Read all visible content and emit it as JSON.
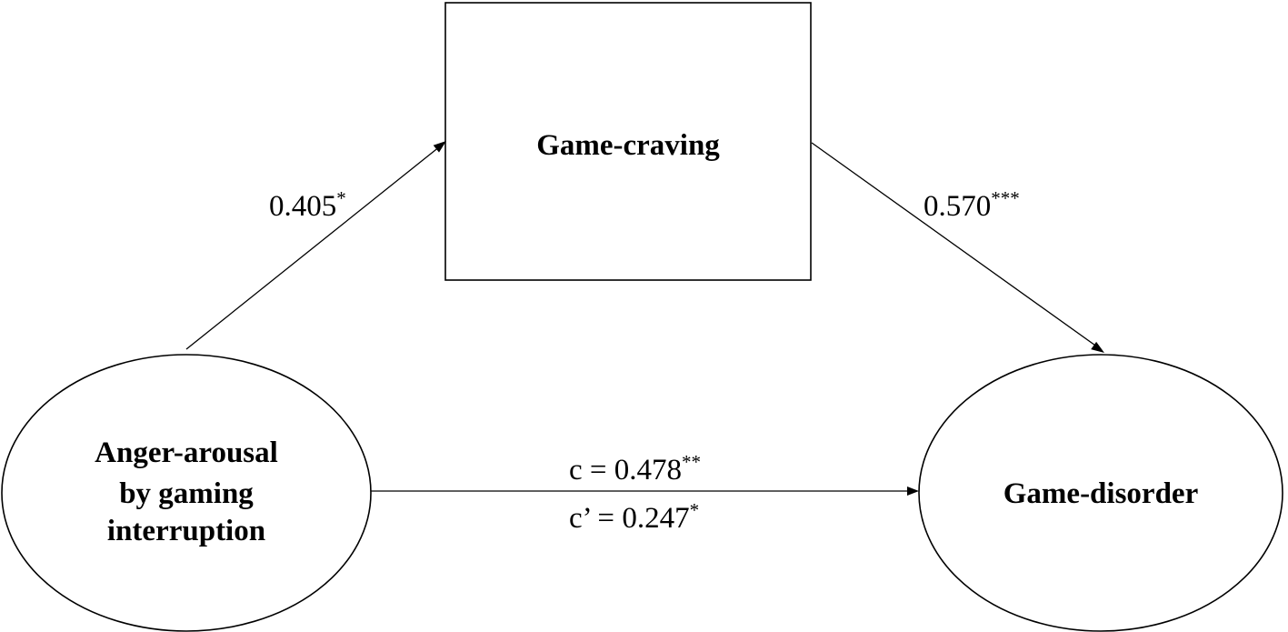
{
  "nodes": {
    "mediator": {
      "label": "Game-craving"
    },
    "predictor": {
      "lines": [
        "Anger-arousal",
        "by gaming",
        "interruption"
      ]
    },
    "outcome": {
      "label": "Game-disorder"
    }
  },
  "paths": {
    "a": {
      "value": "0.405",
      "sig": "*"
    },
    "b": {
      "value": "0.570",
      "sig": "***"
    },
    "c_total": {
      "prefix": "c = ",
      "value": "0.478",
      "sig": "**"
    },
    "c_direct": {
      "prefix": "c’ = ",
      "value": "0.247",
      "sig": "*"
    }
  }
}
